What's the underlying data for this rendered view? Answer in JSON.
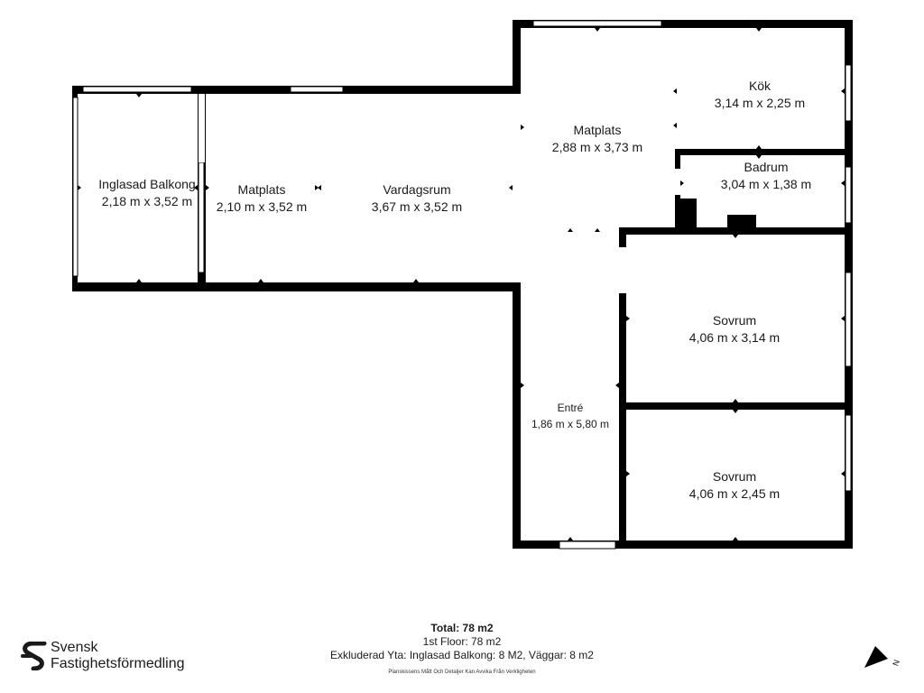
{
  "rooms": [
    {
      "id": "glazed-balcony",
      "name": "Inglasad Balkong",
      "dims": "2,18 m x 3,52 m"
    },
    {
      "id": "dining-left",
      "name": "Matplats",
      "dims": "2,10 m x 3,52 m"
    },
    {
      "id": "living-room",
      "name": "Vardagsrum",
      "dims": "3,67 m x 3,52 m"
    },
    {
      "id": "dining-right",
      "name": "Matplats",
      "dims": "2,88 m x 3,73 m"
    },
    {
      "id": "kitchen",
      "name": "Kök",
      "dims": "3,14 m x 2,25 m"
    },
    {
      "id": "bathroom",
      "name": "Badrum",
      "dims": "3,04 m x 1,38 m"
    },
    {
      "id": "bedroom-upper",
      "name": "Sovrum",
      "dims": "4,06 m x 3,14 m"
    },
    {
      "id": "hallway",
      "name": "Entré",
      "dims": "1,86 m x 5,80 m"
    },
    {
      "id": "bedroom-lower",
      "name": "Sovrum",
      "dims": "4,06 m x 2,45 m"
    }
  ],
  "summary": {
    "total": "Total: 78 m2",
    "floor": "1st Floor: 78 m2",
    "excluded": "Exkluderad Yta: Inglasad Balkong: 8 M2, Väggar: 8 m2"
  },
  "disclaimer": "Planskissens Mått Och Detaljer Kan Avvika Från Verkligheten",
  "brand": {
    "line1": "Svensk",
    "line2": "Fastighetsförmedling",
    "logo_icon": "sf-logo-icon"
  },
  "compass": {
    "label": "N",
    "icon": "north-arrow-icon"
  },
  "colors": {
    "wall": "#000000",
    "window": "#ffffff",
    "background": "#ffffff"
  }
}
